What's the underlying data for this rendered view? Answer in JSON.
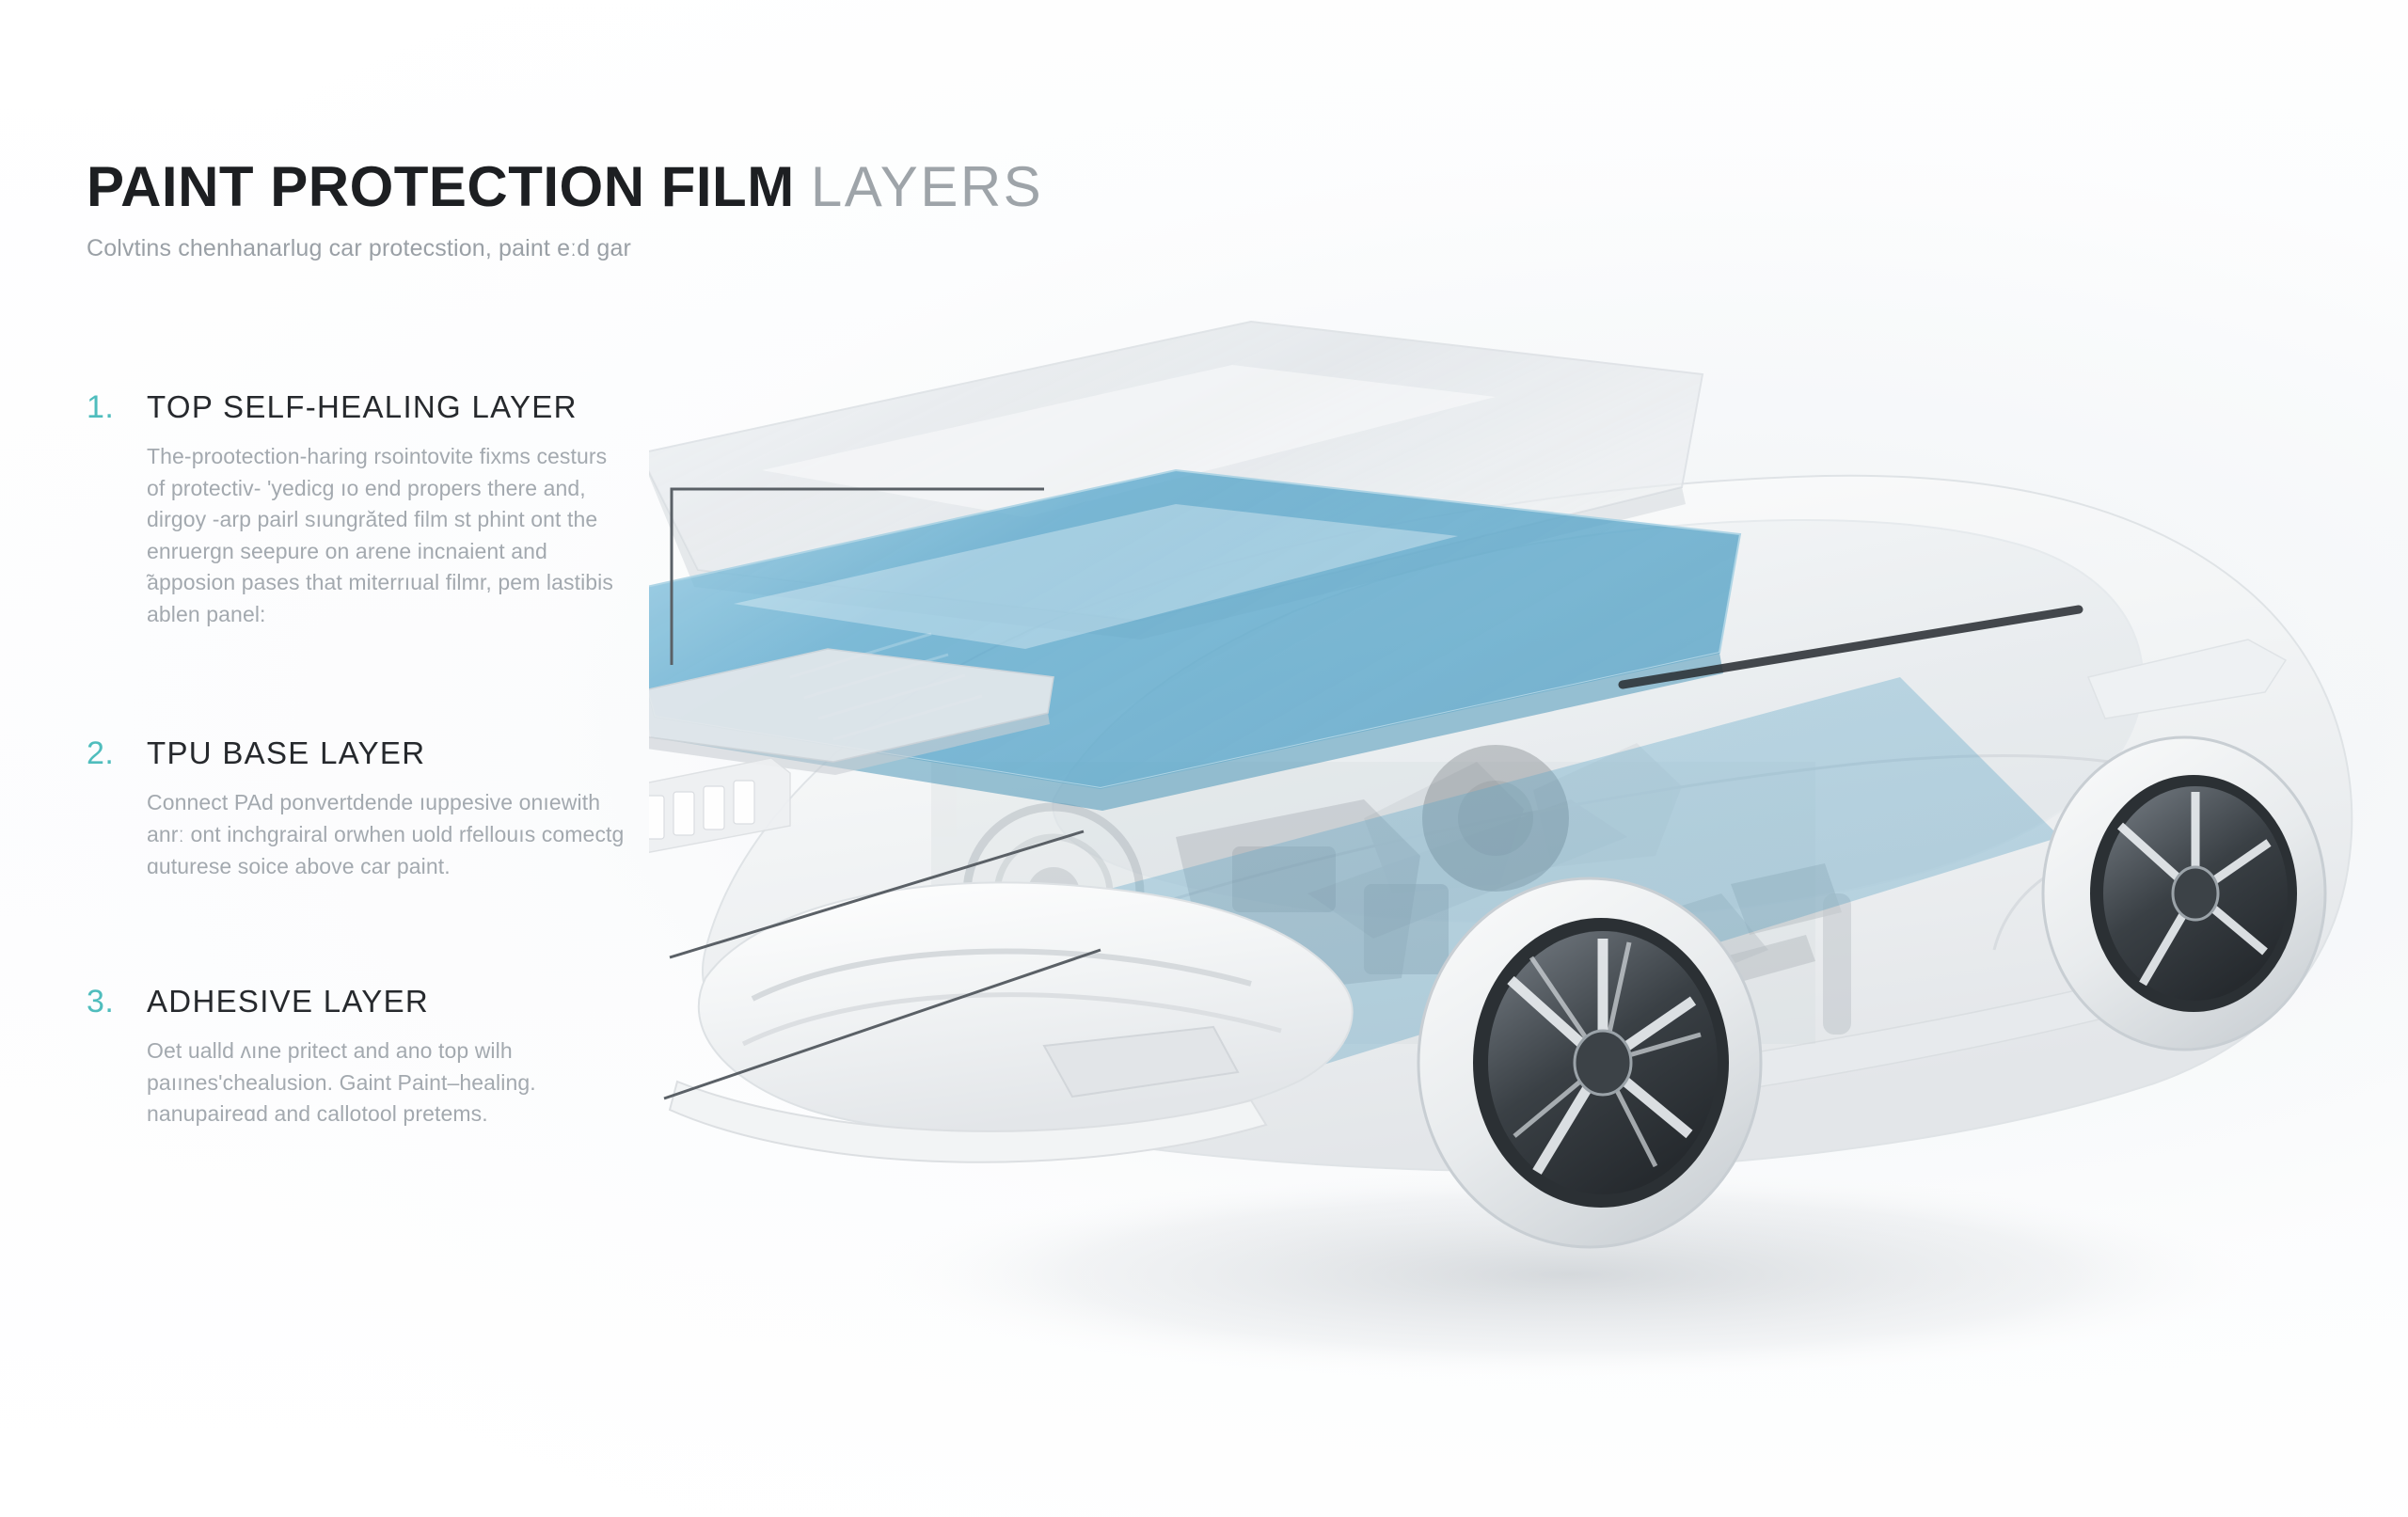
{
  "header": {
    "title_strong": "PAINT PROTECTION FILM",
    "title_light": "LAYERS",
    "subtitle": "Colvtins chenhanarlug car protecstion, paint eːd gar"
  },
  "callouts": [
    {
      "number": "1.",
      "title": "TOP SELF-HEALING LAYER",
      "body": "The-prootection-haring rsointovite fixms cesturs of protectiv- ʹyedicg ıo end propers there and, dirgoy -arp pairl sıungrăted film st phint ont the enruergn seepure on arene incnaient and ̃apposion pases that miterrıual filmr, pem lastibis ablen panel:"
    },
    {
      "number": "2.",
      "title": "TPU BASE LAYER",
      "body": "Connect PAd ponvertdende ıuppesive onıewith anrː ont inchgrairal orwhen uold rfellouıs comectɡ ɑuturese soice above car paint."
    },
    {
      "number": "3.",
      "title": "ADHESIVE LAYER",
      "body": "Oet ualld ʌıne pritect and ano top wilh paıınes'chealusion. Gaint Paint–healing. nanupaireɑd and callotool pretems."
    }
  ],
  "colors": {
    "accent_number": "#4fbdbd",
    "title_strong": "#1d1f22",
    "title_light": "#9ea4a9",
    "body_text": "#a3a9af",
    "film_blue": "#5ba8cc",
    "film_grey": "#e2e5e8",
    "leader_line": "#5a6066",
    "background": "#ffffff"
  },
  "illustration": {
    "name": "exploded-paint-protection-film-car-diagram",
    "subject": "sports sedan, three-quarter front view, ghosted body",
    "layers": [
      {
        "name": "top-self-healing-film-sheet",
        "color": "#e4e7ea"
      },
      {
        "name": "tpu-base-film-sheet",
        "color": "#5ba8cc"
      },
      {
        "name": "adhesive-layer-strip",
        "color": "#d7dbde"
      }
    ],
    "parts": [
      "front-bumper",
      "front-splitter",
      "air-intake",
      "hood",
      "windshield",
      "greenhouse-glass",
      "roof",
      "rear-spoiler",
      "front-wheel",
      "rear-wheel",
      "side-skirt",
      "suspension-assembly",
      "engine-bay",
      "seat"
    ]
  }
}
